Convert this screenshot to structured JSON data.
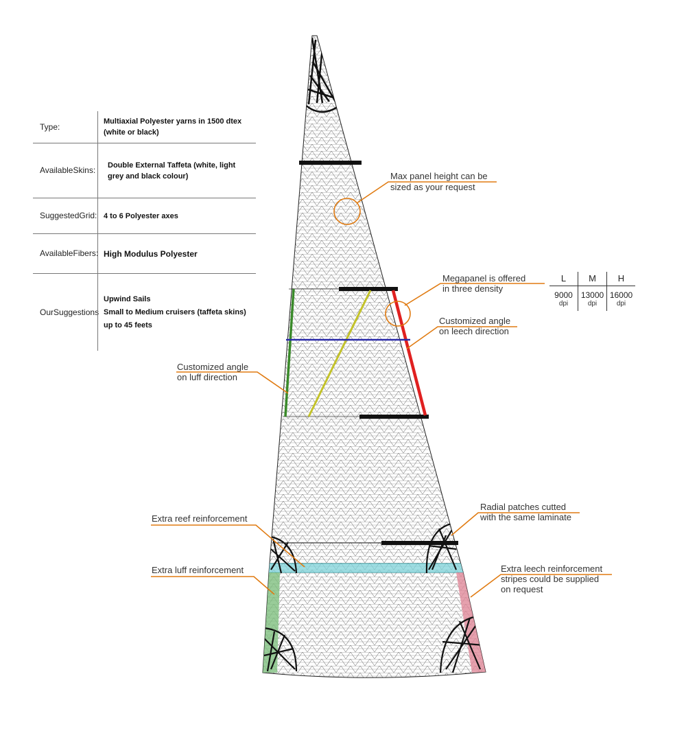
{
  "spec_table": {
    "rows": [
      {
        "label": [
          "Type:"
        ],
        "value": [
          "Multiaxial Polyester yarns in 1500 dtex",
          "(white or black)"
        ]
      },
      {
        "label": [
          "Available",
          "Skins:"
        ],
        "value": [
          "Double External Taffeta (white, light",
          "grey and black colour)"
        ]
      },
      {
        "label": [
          "Suggested",
          "Grid:"
        ],
        "value": [
          "4 to 6 Polyester axes"
        ]
      },
      {
        "label": [
          "Available",
          "Fibers:"
        ],
        "value": [
          "High Modulus Polyester"
        ]
      },
      {
        "label": [
          "Our",
          "Suggestions"
        ],
        "value": [
          "Upwind Sails",
          "Small to Medium cruisers (taffeta skins)",
          "up to 45 feets"
        ]
      }
    ]
  },
  "density_table": {
    "headers": [
      "L",
      "M",
      "H"
    ],
    "values": [
      "9000",
      "13000",
      "16000"
    ],
    "unit": "dpi"
  },
  "callouts": {
    "max_panel": [
      "Max panel height can be",
      "sized as your request"
    ],
    "megapanel": [
      "Megapanel is offered",
      "in three density"
    ],
    "leech_angle": [
      "Customized angle",
      "on leech direction"
    ],
    "luff_angle": [
      "Customized angle",
      "on luff direction"
    ],
    "reef": [
      "Extra reef reinforcement"
    ],
    "luff_reinf": [
      "Extra luff reinforcement"
    ],
    "radial": [
      "Radial patches cutted",
      "with the same laminate"
    ],
    "leech_reinf": [
      "Extra leech reinforcement",
      "stripes could be supplied",
      "on request"
    ]
  },
  "colors": {
    "callout_line": "#e07a10",
    "luff_line": "#3a8a2a",
    "yellow_line": "#c3c22a",
    "leech_line": "#e02020",
    "blue_line": "#2a2aa8",
    "batten": "#111111",
    "reef_band": "#7fd3da",
    "luff_band": "#7fbf7f",
    "leech_band": "#e08a9a",
    "mesh": "#444444"
  }
}
